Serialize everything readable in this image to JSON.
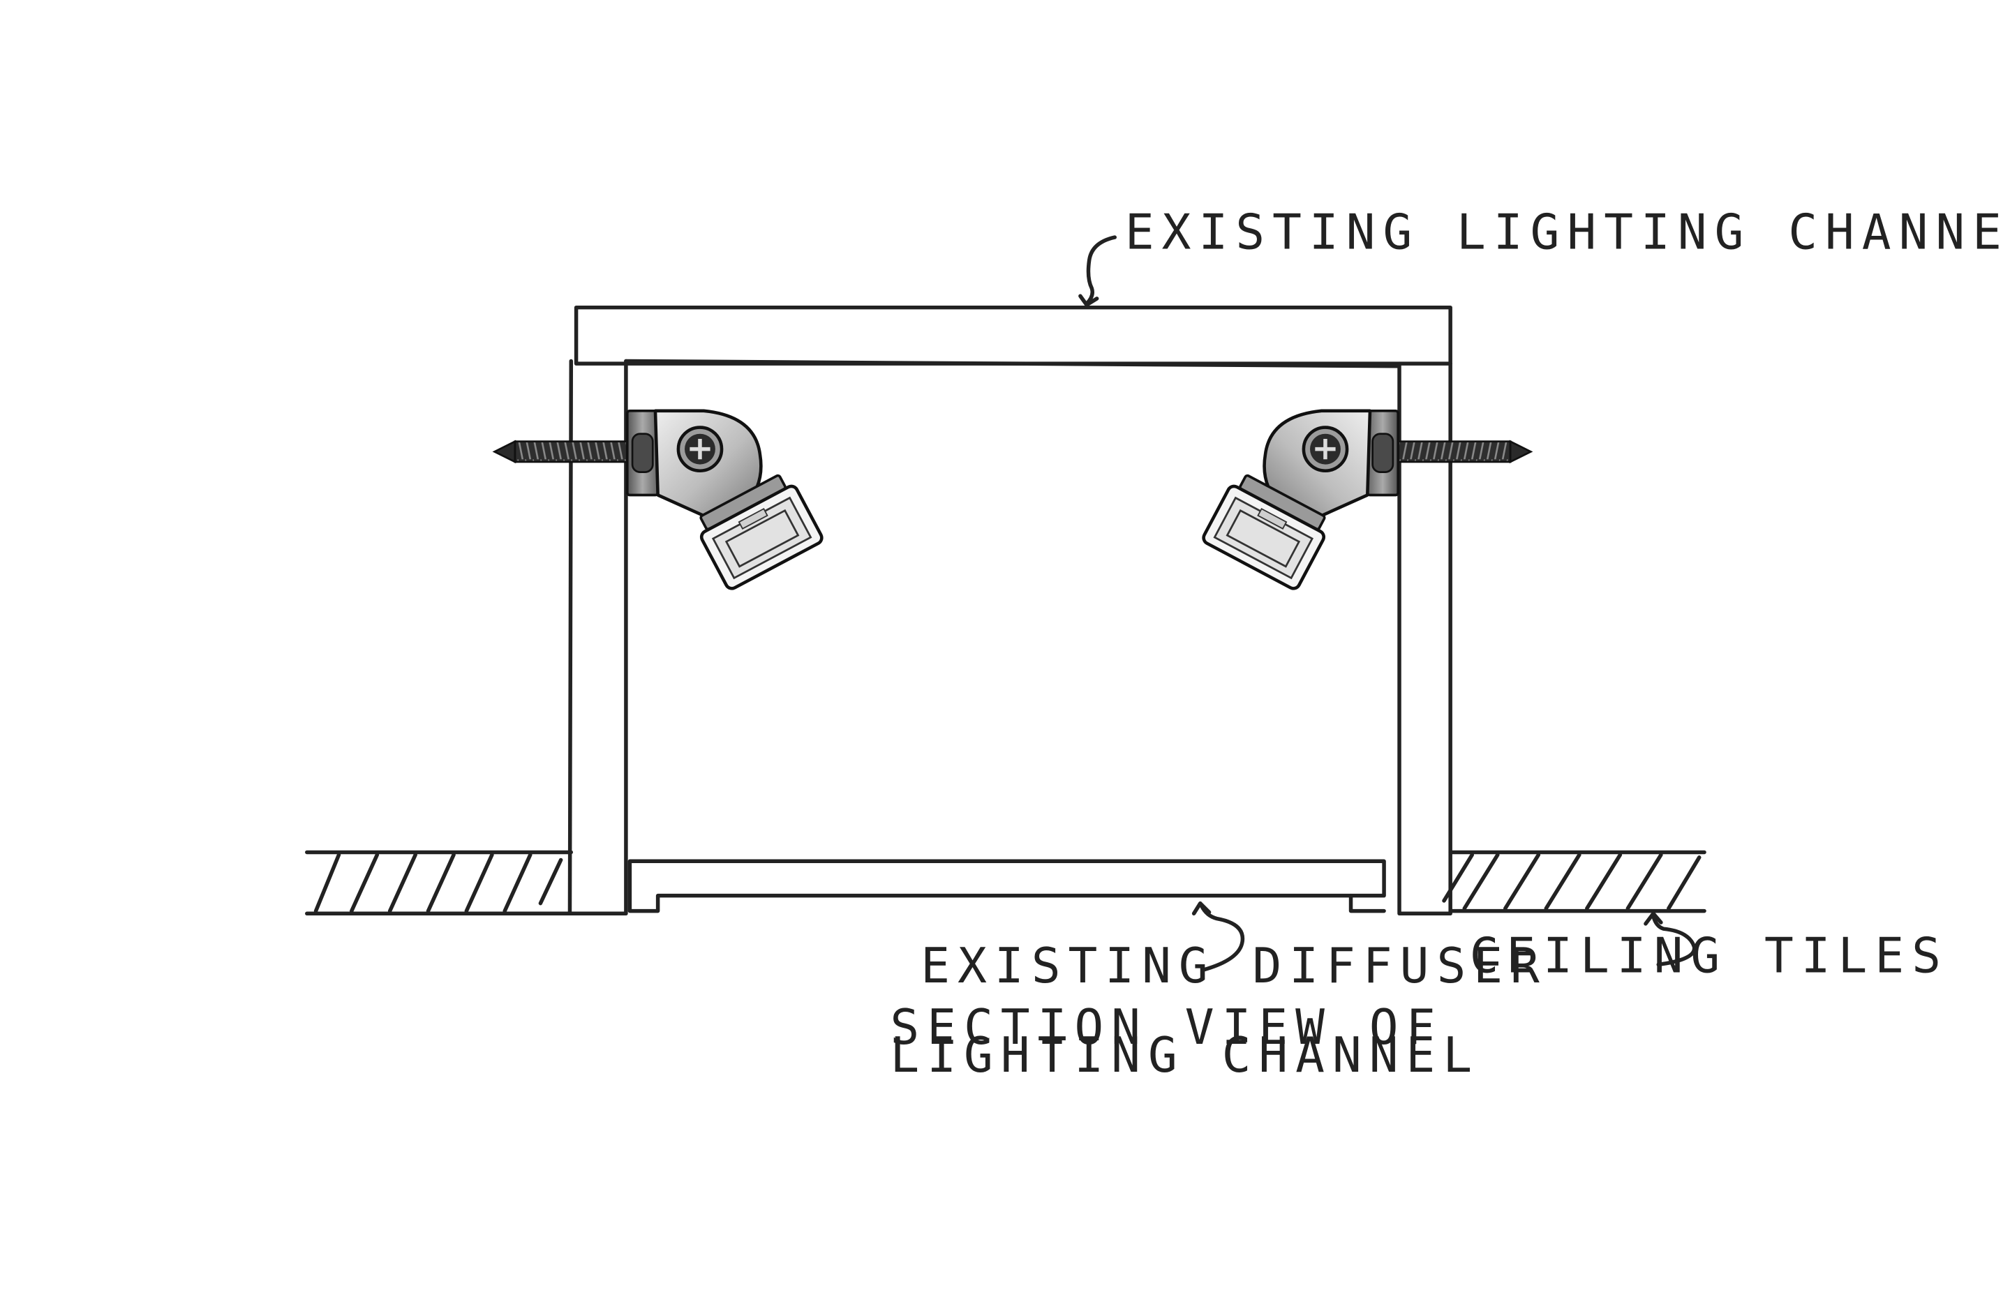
{
  "labels": {
    "channel": "EXISTING LIGHTING CHANNEL",
    "diffuser": "EXISTING DIFFUSER",
    "tiles": "CEILING TILES",
    "title_line1": "SECTION VIEW OF",
    "title_line2": "LIGHTING CHANNEL"
  },
  "fixtures": [
    {
      "side": "left",
      "icon": "swivel-led-spotlight-icon"
    },
    {
      "side": "right",
      "icon": "swivel-led-spotlight-icon"
    }
  ],
  "colors": {
    "ink": "#222222",
    "metal_light": "#d9d9d9",
    "metal_dark": "#6e6e6e",
    "screw": "#3a3a3a"
  }
}
